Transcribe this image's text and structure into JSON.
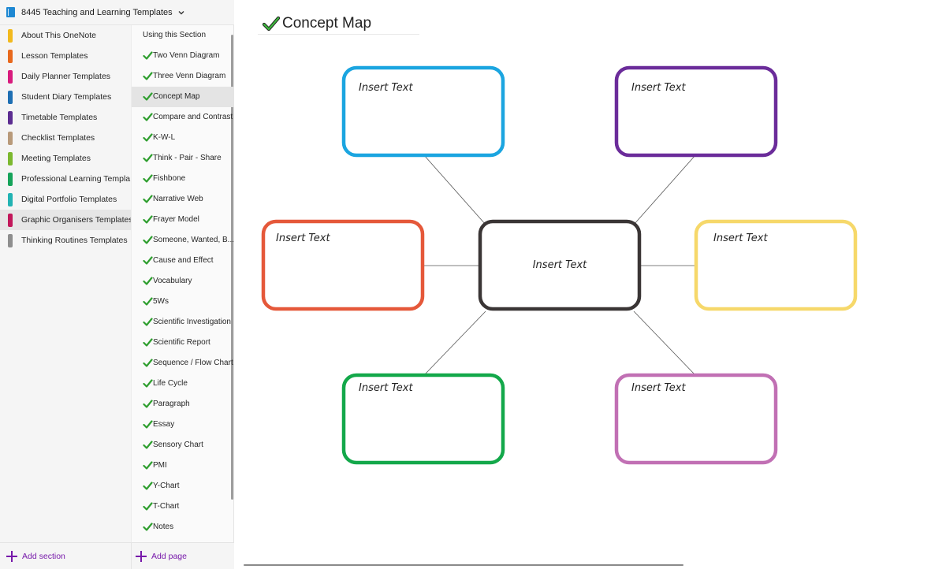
{
  "notebook": {
    "title": "8445 Teaching and Learning Templates"
  },
  "sections": [
    {
      "label": "About This OneNote",
      "color": "#f2b91e"
    },
    {
      "label": "Lesson Templates",
      "color": "#e8691d"
    },
    {
      "label": "Daily Planner Templates",
      "color": "#d81b7d"
    },
    {
      "label": "Student Diary Templates",
      "color": "#1e6fb3"
    },
    {
      "label": "Timetable Templates",
      "color": "#5c2d91"
    },
    {
      "label": "Checklist Templates",
      "color": "#b89a7a"
    },
    {
      "label": "Meeting Templates",
      "color": "#7cb82f"
    },
    {
      "label": "Professional Learning Templa...",
      "color": "#16a35a"
    },
    {
      "label": "Digital Portfolio Templates",
      "color": "#22b3b3"
    },
    {
      "label": "Graphic Organisers Templates",
      "color": "#c2185b",
      "selected": true
    },
    {
      "label": "Thinking Routines Templates",
      "color": "#8e8e8e"
    }
  ],
  "pages": [
    {
      "label": "Using this Section",
      "check": false
    },
    {
      "label": "Two Venn Diagram",
      "check": true
    },
    {
      "label": "Three Venn Diagram",
      "check": true
    },
    {
      "label": "Concept Map",
      "check": true,
      "selected": true
    },
    {
      "label": "Compare and Contrast",
      "check": true
    },
    {
      "label": "K-W-L",
      "check": true
    },
    {
      "label": "Think - Pair - Share",
      "check": true
    },
    {
      "label": "Fishbone",
      "check": true
    },
    {
      "label": "Narrative  Web",
      "check": true
    },
    {
      "label": "Frayer Model",
      "check": true
    },
    {
      "label": "Someone, Wanted, B...",
      "check": true
    },
    {
      "label": "Cause and Effect",
      "check": true
    },
    {
      "label": "Vocabulary",
      "check": true
    },
    {
      "label": "5Ws",
      "check": true
    },
    {
      "label": "Scientific Investigation",
      "check": true
    },
    {
      "label": "Scientific Report",
      "check": true
    },
    {
      "label": "Sequence / Flow Chart",
      "check": true
    },
    {
      "label": "Life Cycle",
      "check": true
    },
    {
      "label": "Paragraph",
      "check": true
    },
    {
      "label": "Essay",
      "check": true
    },
    {
      "label": "Sensory Chart",
      "check": true
    },
    {
      "label": "PMI",
      "check": true
    },
    {
      "label": "Y-Chart",
      "check": true
    },
    {
      "label": "T-Chart",
      "check": true
    },
    {
      "label": "Notes",
      "check": true
    }
  ],
  "footer": {
    "add_section": "Add section",
    "add_page": "Add page"
  },
  "page": {
    "title": "Concept Map"
  },
  "concept_map": {
    "center": {
      "label": "Insert Text",
      "color": "#3a3535"
    },
    "boxes": [
      {
        "id": "top-left",
        "label": "Insert Text",
        "color": "#1ba5e0"
      },
      {
        "id": "top-right",
        "label": "Insert Text",
        "color": "#6b2c9a"
      },
      {
        "id": "middle-left",
        "label": "Insert Text",
        "color": "#e5583a"
      },
      {
        "id": "middle-right",
        "label": "Insert Text",
        "color": "#f6d86a"
      },
      {
        "id": "bottom-left",
        "label": "Insert Text",
        "color": "#13a84a"
      },
      {
        "id": "bottom-right",
        "label": "Insert Text",
        "color": "#c170b4"
      }
    ]
  },
  "colors": {
    "accent": "#7719aa",
    "check": "#2e9e2e"
  },
  "icons": {
    "notebook": "notebook-icon",
    "chevron": "chevron-down-icon",
    "check": "checkmark-icon",
    "add": "plus-icon"
  }
}
